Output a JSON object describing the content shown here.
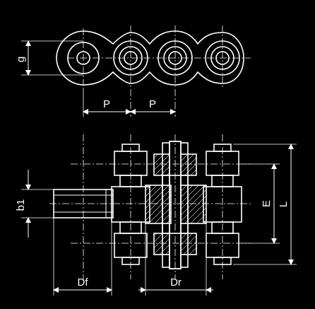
{
  "labels": {
    "g": "g",
    "p_left": "P",
    "p_right": "P",
    "b1": "b1",
    "e": "E",
    "l": "L",
    "df": "Df",
    "dr": "Dr"
  },
  "colors": {
    "background": "#000000",
    "line": "#ffffff"
  }
}
